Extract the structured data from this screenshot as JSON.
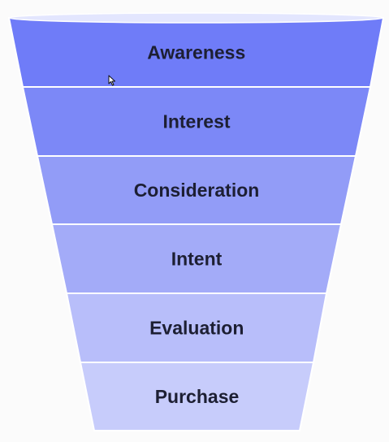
{
  "funnel": {
    "stages": [
      {
        "label": "Awareness",
        "color": "#6f7cf8"
      },
      {
        "label": "Interest",
        "color": "#7c88f7"
      },
      {
        "label": "Consideration",
        "color": "#929cf7"
      },
      {
        "label": "Intent",
        "color": "#a3abf8"
      },
      {
        "label": "Evaluation",
        "color": "#b8befa"
      },
      {
        "label": "Purchase",
        "color": "#c7ccfb"
      }
    ],
    "rim_color": "#e3e6fe"
  }
}
